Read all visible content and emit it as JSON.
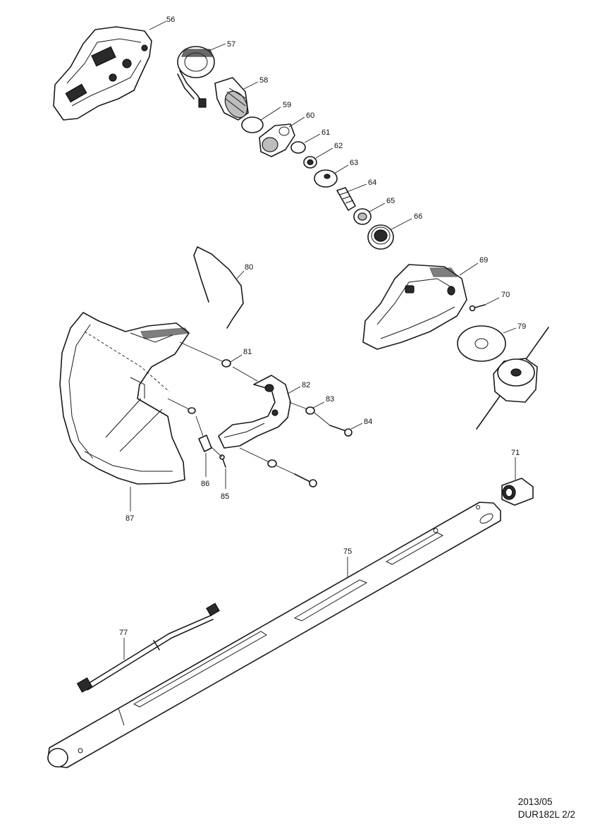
{
  "diagram": {
    "part_numbers": [
      "56",
      "57",
      "58",
      "59",
      "60",
      "61",
      "62",
      "63",
      "64",
      "65",
      "66",
      "69",
      "70",
      "71",
      "75",
      "77",
      "79",
      "80",
      "81",
      "82",
      "83",
      "84",
      "85",
      "86",
      "87"
    ]
  },
  "footer": {
    "date": "2013/05",
    "model_page": "DUR182L 2/2"
  }
}
